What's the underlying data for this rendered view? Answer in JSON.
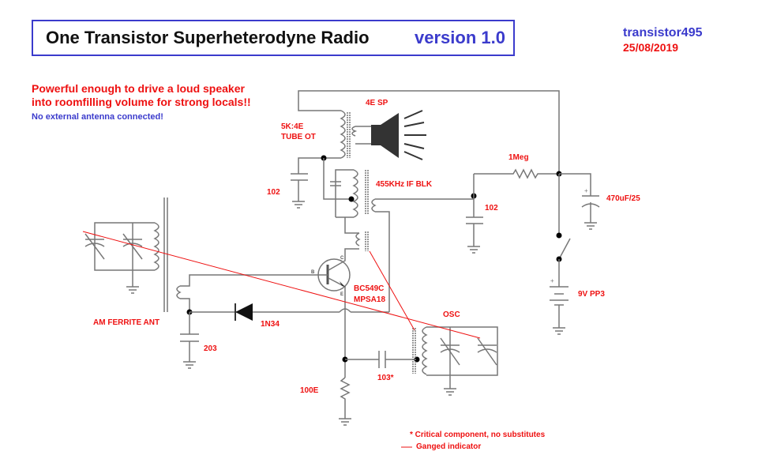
{
  "header": {
    "title": "One Transistor Superheterodyne Radio",
    "version": "version 1.0",
    "author": "transistor495",
    "date": "25/08/2019"
  },
  "notes": {
    "line1": "Powerful enough to drive a loud speaker",
    "line2": "into roomfilling volume for strong locals!!",
    "antenna": "No external antenna connected!"
  },
  "components": {
    "output_transformer_1": "5K:4E",
    "output_transformer_2": "TUBE OT",
    "speaker": "4E SP",
    "if_block": "455KHz IF BLK",
    "cap_102_left": "102",
    "cap_102_right": "102",
    "resistor_1meg": "1Meg",
    "cap_470": "470uF/25",
    "battery": "9V PP3",
    "transistor_1": "BC549C",
    "transistor_2": "MPSA18",
    "pin_b": "B",
    "pin_c": "C",
    "pin_e": "E",
    "antenna": "AM FERRITE ANT",
    "diode": "1N34",
    "cap_203": "203",
    "oscillator": "OSC",
    "cap_103": "103*",
    "resistor_100e": "100E"
  },
  "legend": {
    "critical": "* Critical component, no substitutes",
    "ganged": "Ganged indicator"
  },
  "colors": {
    "title_border": "#3b3bcc",
    "label_red": "#ee1111",
    "wire_gray": "#777777",
    "ganged_line": "#ee1111"
  }
}
